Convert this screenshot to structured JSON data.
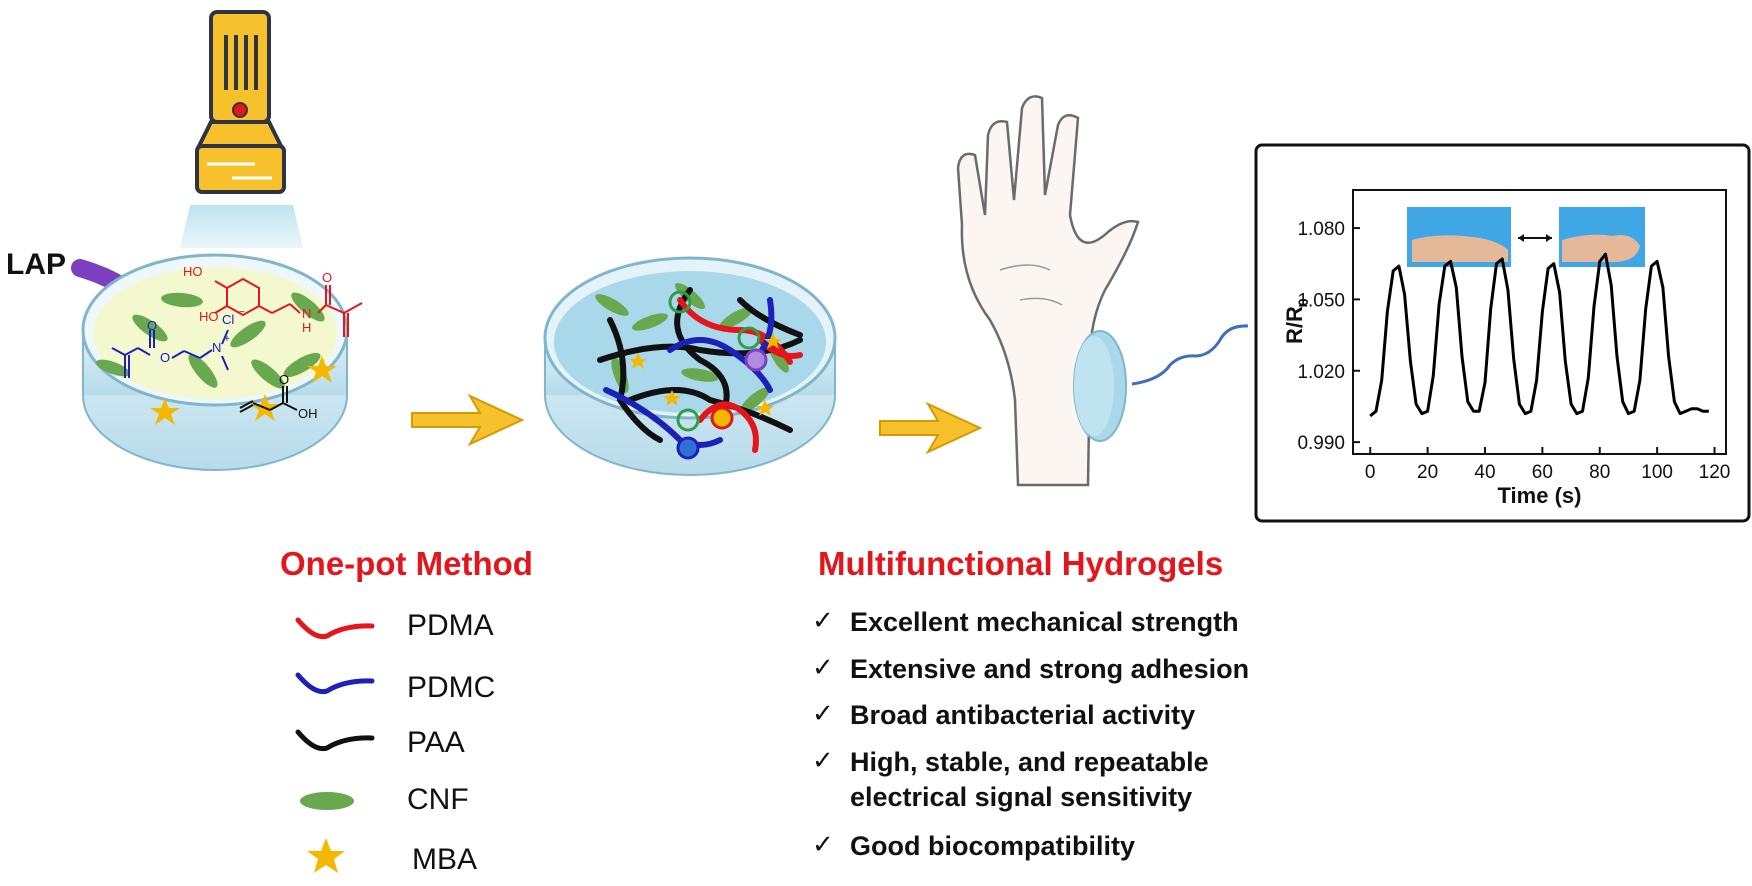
{
  "labels": {
    "initiator": "LAP",
    "chloride": "Cl",
    "charge_minus": "−",
    "charge_plus": "+",
    "ho_1": "HO",
    "ho_2": "HO",
    "nh": "N",
    "h": "H",
    "o_1": "O",
    "o_2": "O",
    "o_3": "O",
    "o_4": "O",
    "oh": "OH",
    "n_plus": "N"
  },
  "method": {
    "title": "One-pot Method",
    "legend": [
      {
        "label": "PDMA",
        "color": "#e5161b"
      },
      {
        "label": "PDMC",
        "color": "#1c22b8"
      },
      {
        "label": "PAA",
        "color": "#111111"
      },
      {
        "label": "CNF",
        "color": "#6aa84f"
      },
      {
        "label": "MBA",
        "color": "#f5b800"
      }
    ]
  },
  "hydrogels": {
    "title": "Multifunctional Hydrogels",
    "check_mark": "✓",
    "features": [
      "Excellent mechanical strength",
      "Extensive and strong adhesion",
      "Broad antibacterial activity",
      "High, stable, and repeatable",
      "electrical signal sensitivity",
      "Good biocompatibility"
    ]
  },
  "chart_data": {
    "type": "line",
    "ylabel_main": "R/R",
    "ylabel_sub": "0",
    "xlabel": "Time (s)",
    "xlim": [
      -6,
      124
    ],
    "ylim": [
      0.985,
      1.096
    ],
    "x_ticks": [
      0,
      20,
      40,
      60,
      80,
      100,
      120
    ],
    "y_ticks": [
      0.99,
      1.02,
      1.05,
      1.08
    ],
    "y_tick_labels": [
      "0.990",
      "1.020",
      "1.050",
      "1.080"
    ],
    "series": [
      {
        "color": "#000000",
        "x": [
          0,
          2,
          4,
          6,
          8,
          10,
          12,
          14,
          16,
          18,
          20,
          22,
          24,
          26,
          28,
          30,
          32,
          34,
          36,
          38,
          40,
          42,
          44,
          46,
          48,
          50,
          52,
          54,
          56,
          58,
          60,
          62,
          64,
          66,
          68,
          70,
          72,
          74,
          76,
          78,
          80,
          82,
          84,
          86,
          88,
          90,
          92,
          94,
          96,
          98,
          100,
          102,
          104,
          106,
          108,
          110,
          112,
          114,
          116,
          118
        ],
        "y": [
          1.001,
          1.003,
          1.016,
          1.045,
          1.062,
          1.064,
          1.052,
          1.024,
          1.006,
          1.002,
          1.003,
          1.018,
          1.048,
          1.064,
          1.066,
          1.055,
          1.026,
          1.007,
          1.003,
          1.003,
          1.015,
          1.046,
          1.065,
          1.067,
          1.054,
          1.025,
          1.006,
          1.002,
          1.003,
          1.016,
          1.045,
          1.063,
          1.065,
          1.053,
          1.024,
          1.006,
          1.002,
          1.003,
          1.017,
          1.047,
          1.066,
          1.069,
          1.056,
          1.026,
          1.007,
          1.002,
          1.003,
          1.016,
          1.046,
          1.064,
          1.066,
          1.055,
          1.026,
          1.007,
          1.002,
          1.003,
          1.004,
          1.004,
          1.003,
          1.003
        ]
      }
    ]
  }
}
